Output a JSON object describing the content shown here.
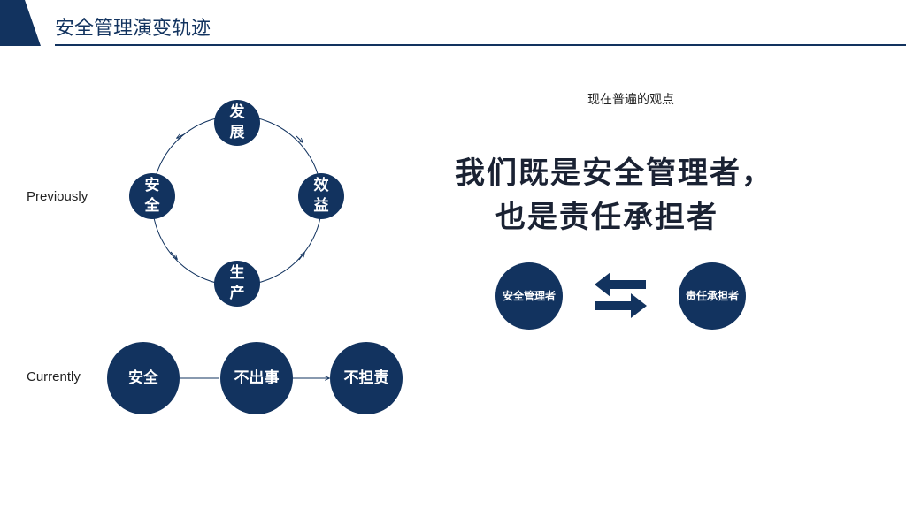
{
  "header": {
    "title": "安全管理演变轨迹"
  },
  "labels": {
    "previously": "Previously",
    "currently": "Currently"
  },
  "cycle": {
    "nodes": {
      "top": "发展",
      "left": "安全",
      "right": "效益",
      "bottom": "生产"
    }
  },
  "chain": {
    "nodes": [
      "安全",
      "不出事",
      "不担责"
    ]
  },
  "right_panel": {
    "caption": "现在普遍的观点",
    "statement_line1": "我们既是安全管理者，",
    "statement_line2": "也是责任承担者",
    "left_circle": "安全管理者",
    "right_circle": "责任承担者"
  },
  "colors": {
    "primary": "#12335f",
    "text": "#1a2233"
  },
  "icons": {
    "exchange": "exchange-arrows-icon"
  }
}
